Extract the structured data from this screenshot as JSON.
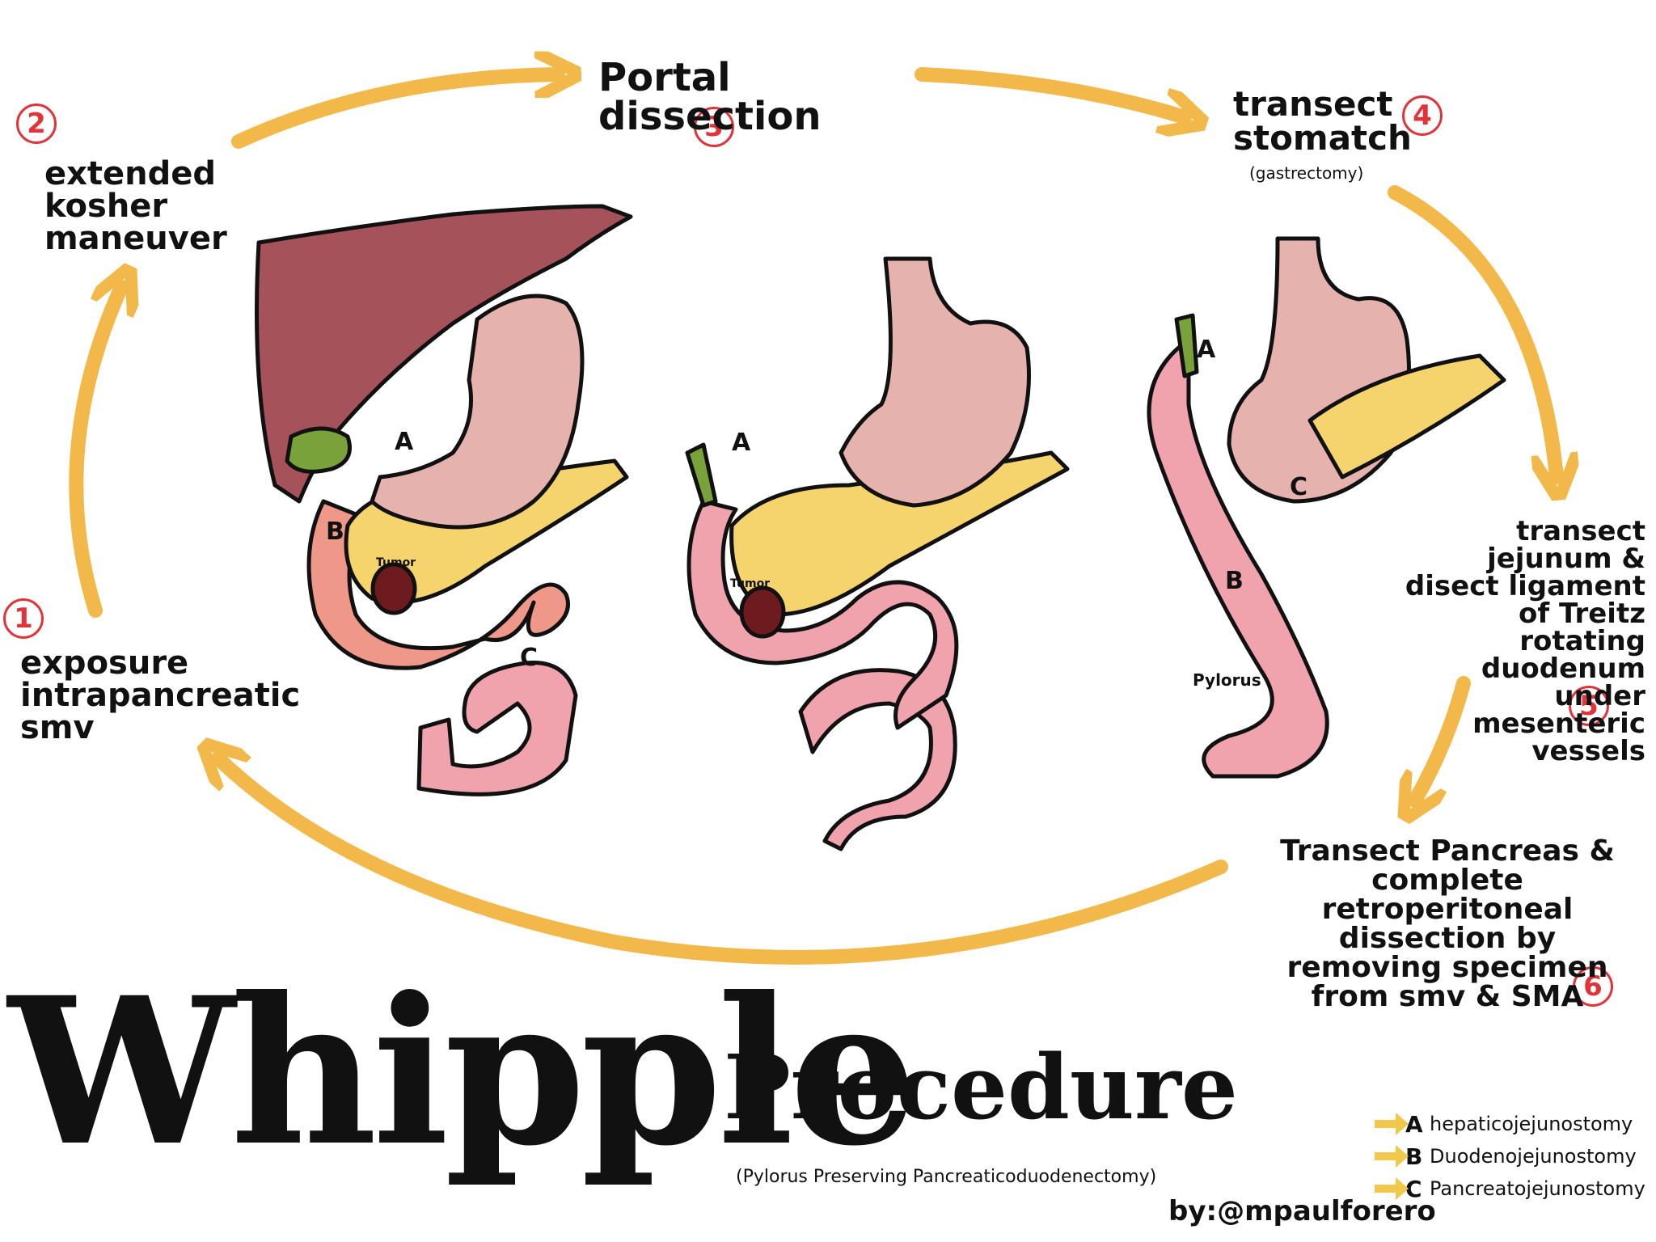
{
  "title": "Whipple",
  "subtitle": "Procedure",
  "parenthetical": "(Pylorus Preserving Pancreaticoduodenectomy)",
  "byline": "by:@mpaulforero",
  "steps": [
    {
      "number": "1",
      "text": "exposure intrapancreatic smv"
    },
    {
      "number": "2",
      "text": "extended kosher maneuver"
    },
    {
      "number": "3",
      "text": "Portal dissection"
    },
    {
      "number": "4",
      "text": "transect stomatch",
      "sub": "(gastrectomy)"
    },
    {
      "number": "5",
      "text": "transect jejunum & disect ligament of Treitz rotating duodenum under mesenteric vessels"
    },
    {
      "number": "6",
      "text": "Transect Pancreas & complete retroperitoneal dissection by removing specimen from smv & SMA"
    }
  ],
  "labels": {
    "a": "A",
    "b": "B",
    "c": "C",
    "tumor": "Tumor",
    "pylorus": "Pylorus"
  },
  "legend": [
    {
      "letter": "A",
      "text": "hepaticojejunostomy"
    },
    {
      "letter": "B",
      "text": "Duodenojejunostomy"
    },
    {
      "letter": "C",
      "text": "Pancreatojejunostomy"
    }
  ],
  "colors": {
    "arrow": "#f2b94a",
    "liver": "#a6525a",
    "stomach": "#e5b2ae",
    "intestine": "#f0a2ad",
    "pancreas": "#f5d36d",
    "gallbladder": "#7aa23a",
    "tumor": "#6e1b1f",
    "number": "#e0343a"
  }
}
